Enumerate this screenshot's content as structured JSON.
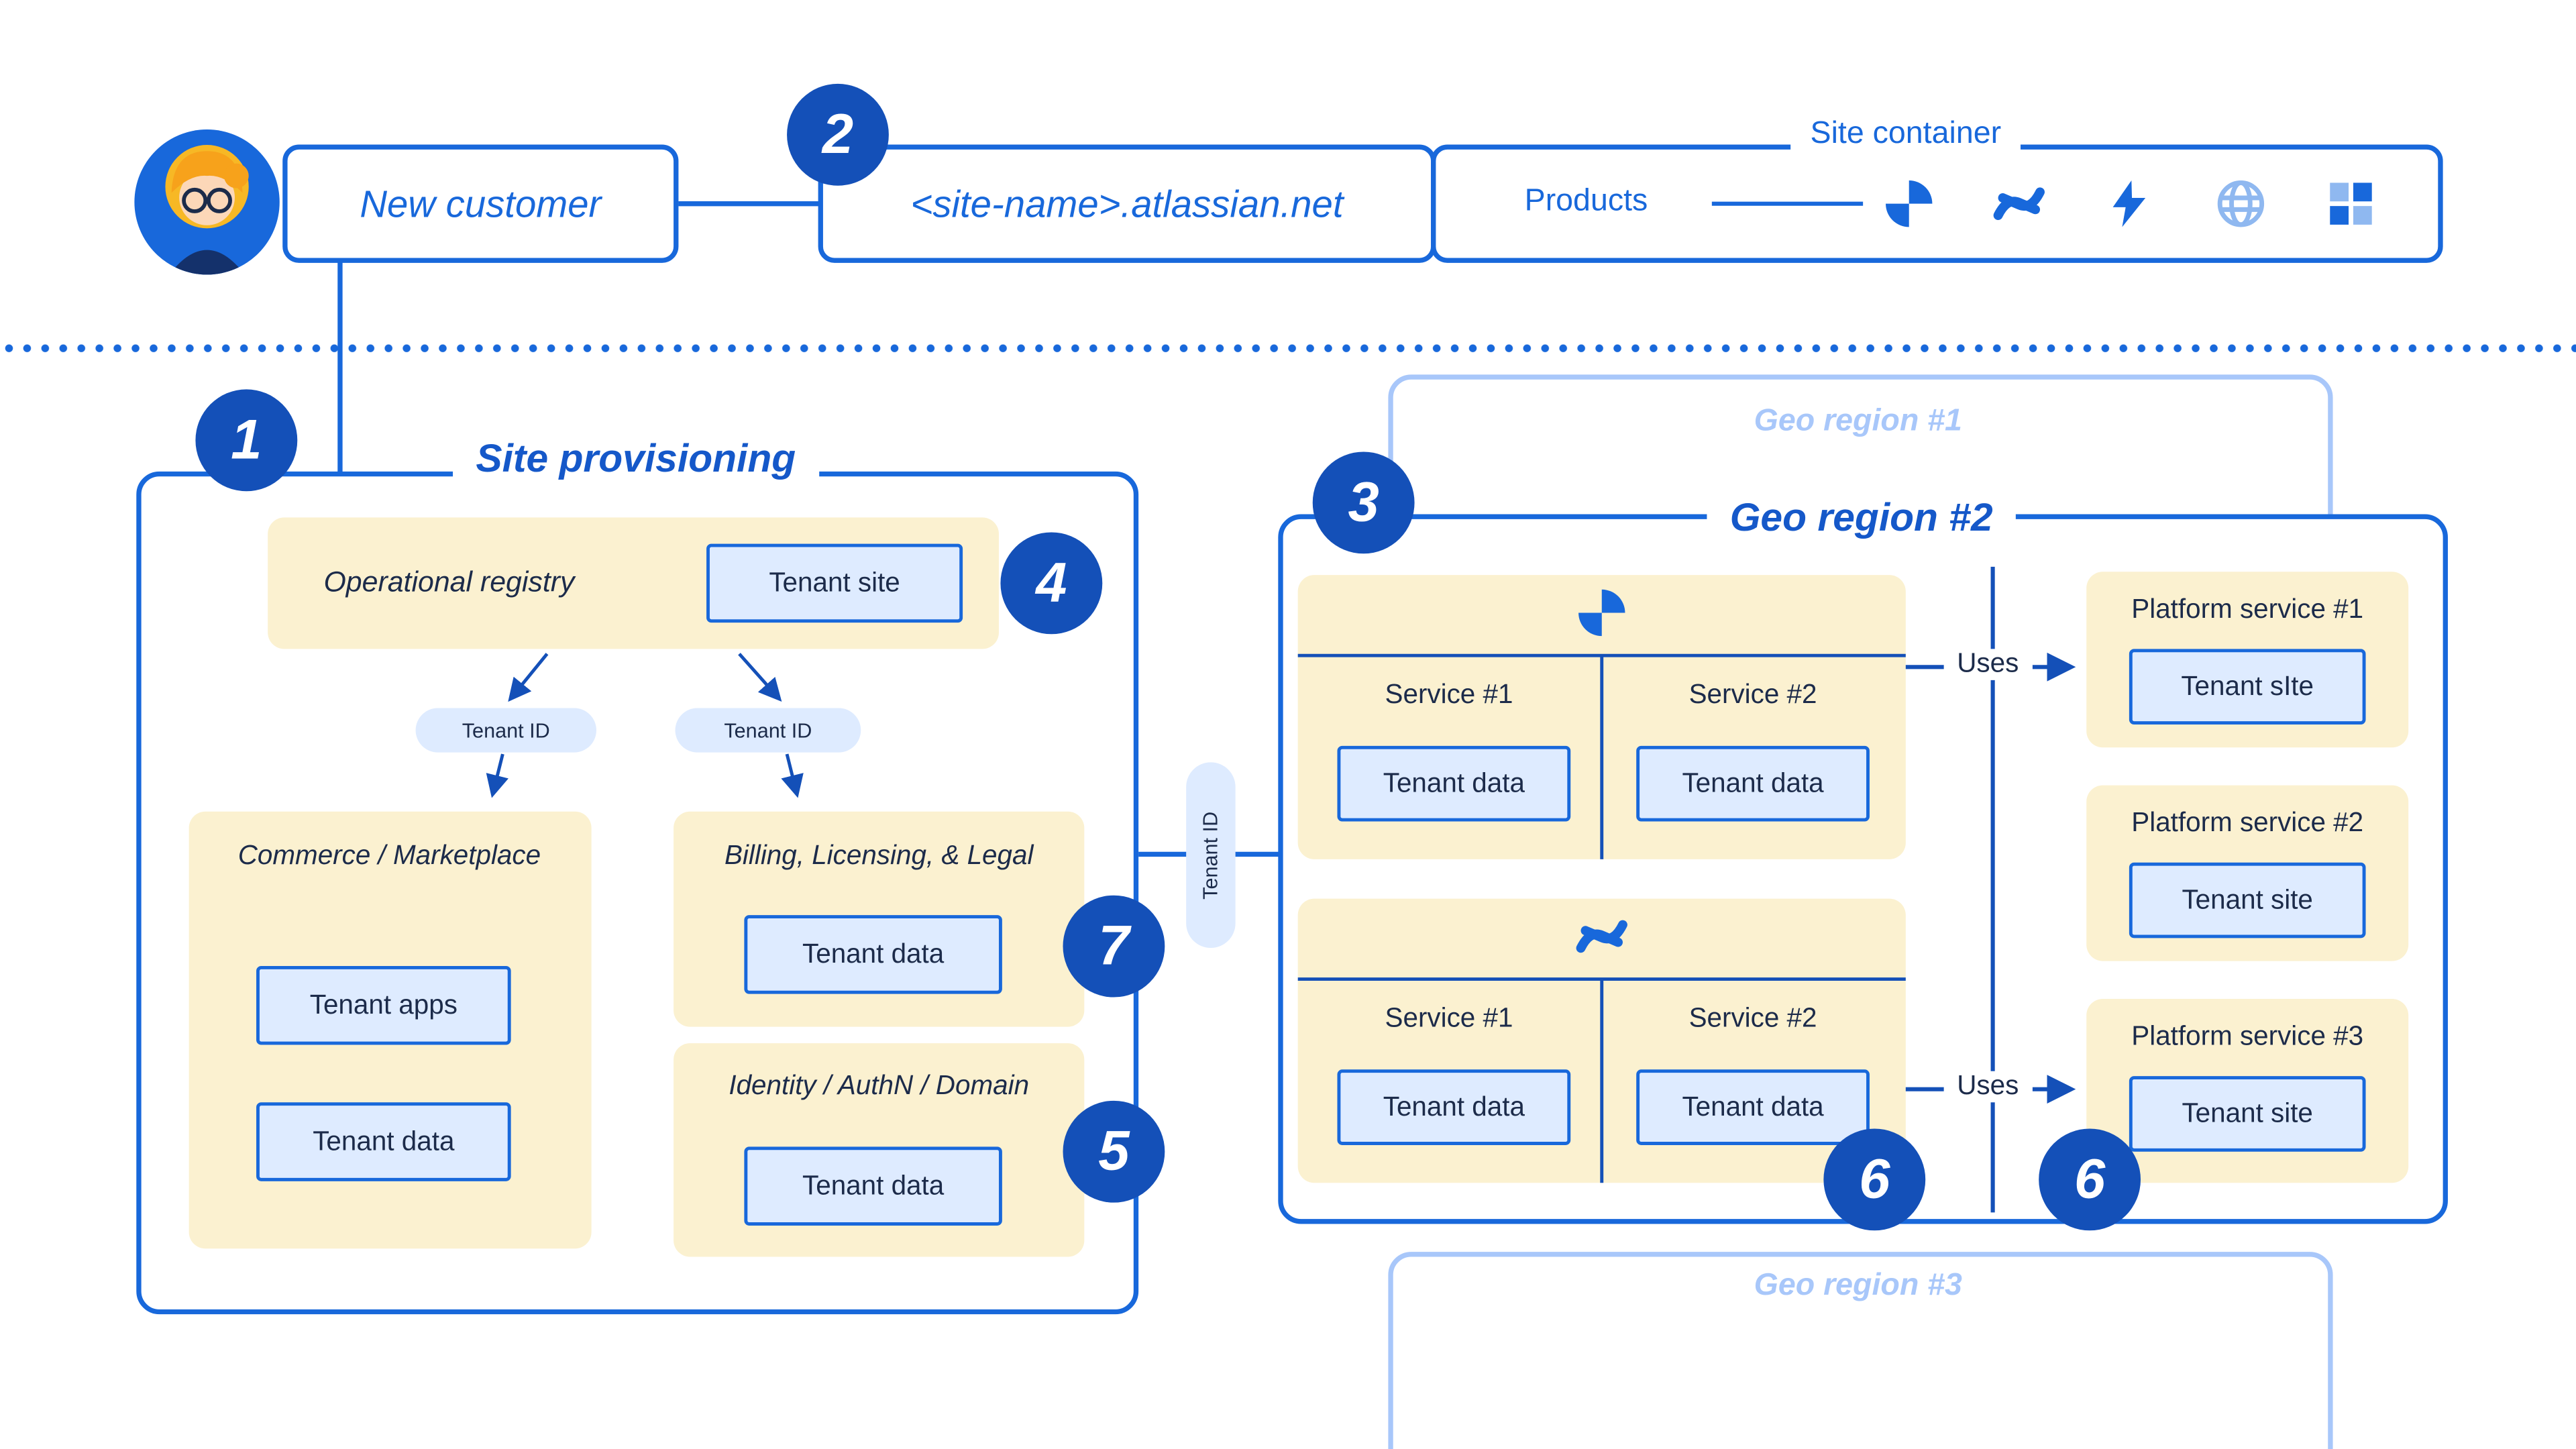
{
  "colors": {
    "blue": "#1868DB",
    "blue_deep": "#1558C9",
    "badge_blue": "#1450B8",
    "navy": "#1C2B4A",
    "cream": "#FBF1D0",
    "light_blue": "#DEEBFF",
    "faded_blue": "#A8C7FA"
  },
  "badges": {
    "b1": "1",
    "b2": "2",
    "b3": "3",
    "b4": "4",
    "b5": "5",
    "b6a": "6",
    "b6b": "6",
    "b7": "7"
  },
  "header": {
    "new_customer": "New customer",
    "site_name": "<site-name>.atlassian.net",
    "site_container": "Site container",
    "products": "Products",
    "product_icons": [
      "jira-icon",
      "confluence-icon",
      "bolt-icon",
      "globe-icon",
      "app-tiles-icon"
    ]
  },
  "site_provisioning": {
    "title": "Site provisioning",
    "operational_registry": "Operational registry",
    "registry_tenant_site": "Tenant site",
    "tenant_id_left": "Tenant ID",
    "tenant_id_right": "Tenant ID",
    "commerce_title": "Commerce / Marketplace",
    "commerce_tenant_apps": "Tenant apps",
    "commerce_tenant_data": "Tenant data",
    "billing_title": "Billing, Licensing, & Legal",
    "billing_tenant_data": "Tenant data",
    "identity_title": "Identity / AuthN / Domain",
    "identity_tenant_data": "Tenant data"
  },
  "connector": {
    "tenant_id": "Tenant ID"
  },
  "geo_region_1": {
    "title": "Geo region #1"
  },
  "geo_region_2": {
    "title": "Geo region #2",
    "jira_group": {
      "service_1": "Service #1",
      "service_2": "Service #2",
      "tenant_data_1": "Tenant data",
      "tenant_data_2": "Tenant data"
    },
    "confluence_group": {
      "service_1": "Service #1",
      "service_2": "Service #2",
      "tenant_data_1": "Tenant data",
      "tenant_data_2": "Tenant data"
    },
    "uses_top": "Uses",
    "uses_bottom": "Uses",
    "platform_service_1": {
      "title": "Platform service #1",
      "tenant_site": "Tenant sIte"
    },
    "platform_service_2": {
      "title": "Platform service #2",
      "tenant_site": "Tenant site"
    },
    "platform_service_3": {
      "title": "Platform service #3",
      "tenant_site": "Tenant site"
    }
  },
  "geo_region_3": {
    "title": "Geo region #3"
  }
}
